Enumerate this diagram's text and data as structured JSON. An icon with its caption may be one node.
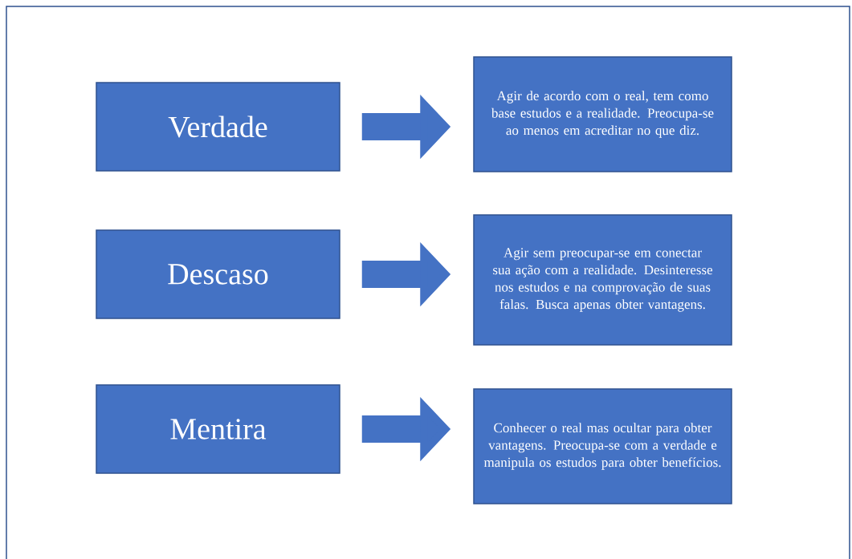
{
  "diagram": {
    "nodes": [
      {
        "text": [
          "Verdade"
        ]
      },
      {
        "text": [
          "Agir de acordo com o real, tem como base estudos e a realidade. Preocupa-se ao menos em acreditar no que diz."
        ]
      },
      {
        "text": [
          "Descaso"
        ]
      },
      {
        "text": [
          "Agir sem preocupar-se em conectar sua ação com a realidade. Desinteresse nos estudos e na comprovação de suas falas. Busca apenas obter vantagens."
        ]
      },
      {
        "text": [
          "Mentira"
        ]
      },
      {
        "text": [
          "Conhecer o real mas ocultar para obter vantagens. Preocupa-se com a verdade e manipula os estudos para obter benefícios."
        ]
      }
    ],
    "edges": [
      {
        "from": 0,
        "to": 1,
        "arrow": "to"
      },
      {
        "from": 2,
        "to": 3,
        "arrow": "to"
      },
      {
        "from": 4,
        "to": 5,
        "arrow": "to"
      }
    ]
  }
}
